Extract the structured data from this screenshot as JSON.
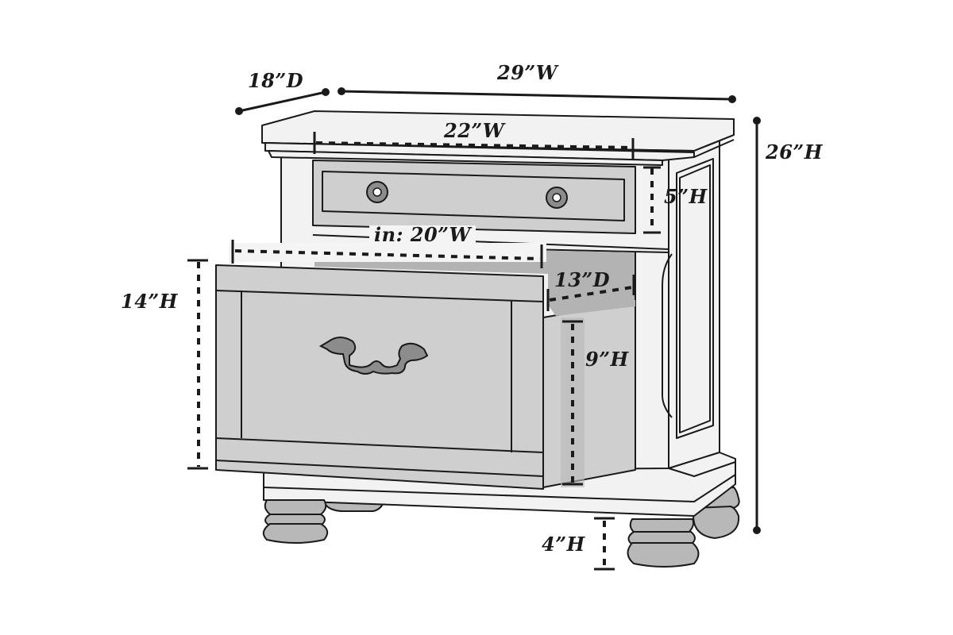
{
  "diagram": {
    "subject": "Nightstand with top drawer and open file drawer",
    "colors": {
      "background": "#ffffff",
      "outline": "#1a1a1a",
      "body_fill": "#f2f2f2",
      "drawer_fill": "#cfcfcf",
      "shadow_fill": "#b8b8b8",
      "hardware_fill": "#8c8c8c",
      "label_color": "#1a1a1a"
    },
    "dimensions": {
      "overall_depth": "18”D",
      "overall_width": "29”W",
      "overall_height": "26”H",
      "top_drawer_width": "22”W",
      "top_drawer_height": "5”H",
      "interior_width": "in: 20”W",
      "file_drawer_height": "14”H",
      "file_drawer_depth": "13”D",
      "file_drawer_interior_height": "9”H",
      "leg_height": "4”H"
    },
    "components": [
      {
        "name": "top",
        "label": "Top surface"
      },
      {
        "name": "top-drawer",
        "label": "Top drawer",
        "hardware": "2 round knobs"
      },
      {
        "name": "file-drawer",
        "label": "Bottom file drawer (open)",
        "hardware": "bail pull handle"
      },
      {
        "name": "side-panel",
        "label": "Raised side panel"
      },
      {
        "name": "plinth",
        "label": "Base plinth"
      },
      {
        "name": "bun-feet",
        "label": "Bun feet",
        "count": 4
      }
    ]
  }
}
